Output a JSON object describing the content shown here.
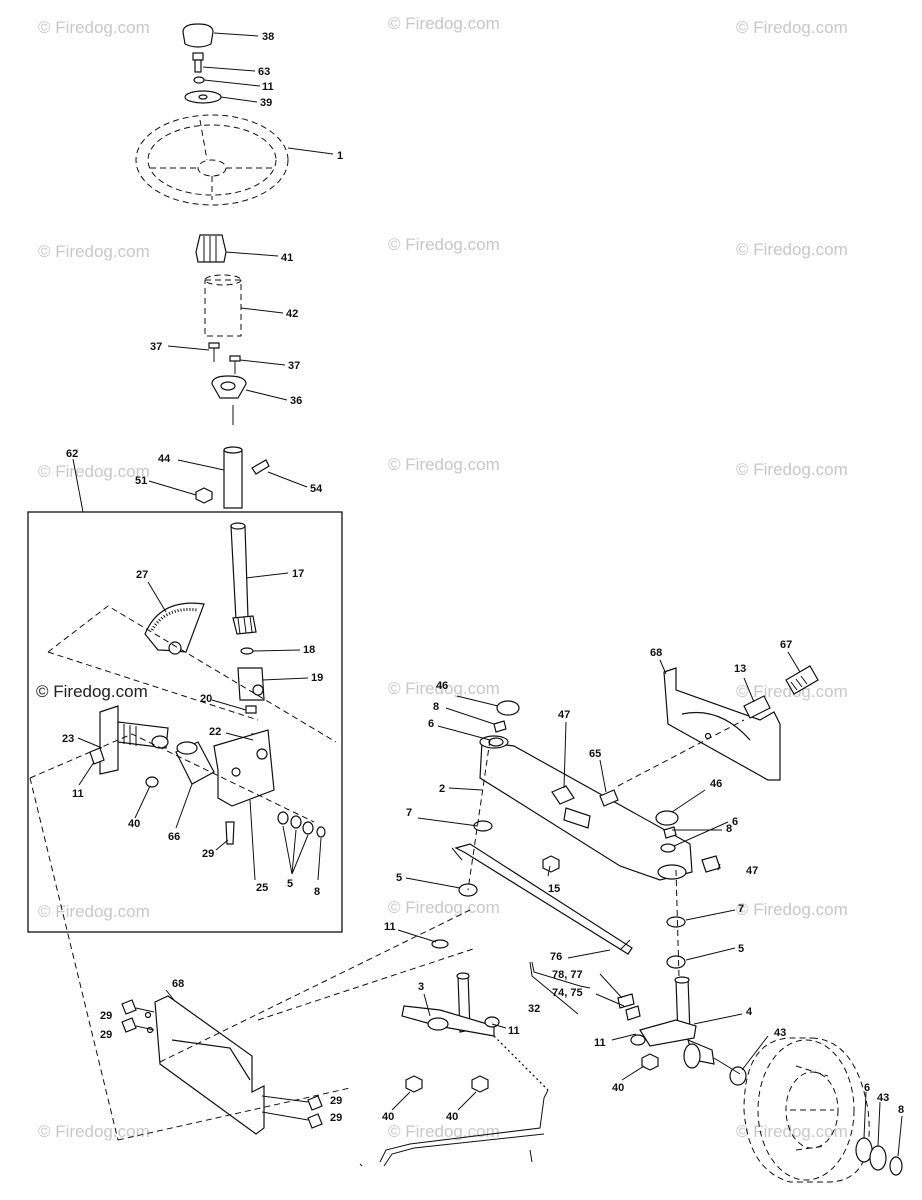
{
  "watermark": {
    "text": "© Firedog.com"
  },
  "labels": {
    "l38": "38",
    "l63": "63",
    "l11a": "11",
    "l39": "39",
    "l1": "1",
    "l41": "41",
    "l42": "42",
    "l37a": "37",
    "l37b": "37",
    "l36": "36",
    "l62": "62",
    "l44": "44",
    "l51": "51",
    "l54": "54",
    "l17": "17",
    "l27": "27",
    "l18": "18",
    "l19": "19",
    "l20": "20",
    "l22": "22",
    "l23": "23",
    "l11b": "11",
    "l40a": "40",
    "l66": "66",
    "l29a": "29",
    "l25": "25",
    "l5a": "5",
    "l8a": "8",
    "l68a": "68",
    "l67": "67",
    "l13": "13",
    "l46a": "46",
    "l8b": "8",
    "l6a": "6",
    "l47a": "47",
    "l65": "65",
    "l2": "2",
    "l46b": "46",
    "l8c": "8",
    "l6b": "6",
    "l7a": "7",
    "l15": "15",
    "l47b": "47",
    "l5b": "5",
    "l7b": "7",
    "l11c": "11",
    "l76": "76",
    "l5c": "5",
    "l78": "78, 77",
    "l74": "74, 75",
    "l32": "32",
    "l3": "3",
    "l11d": "11",
    "l68b": "68",
    "l29b": "29",
    "l29c": "29",
    "l4": "4",
    "l11e": "11",
    "l43a": "43",
    "l40b": "40",
    "l40c": "40",
    "l40d": "40",
    "l29d": "29",
    "l29e": "29",
    "l6c": "6",
    "l43b": "43",
    "l8d": "8"
  }
}
